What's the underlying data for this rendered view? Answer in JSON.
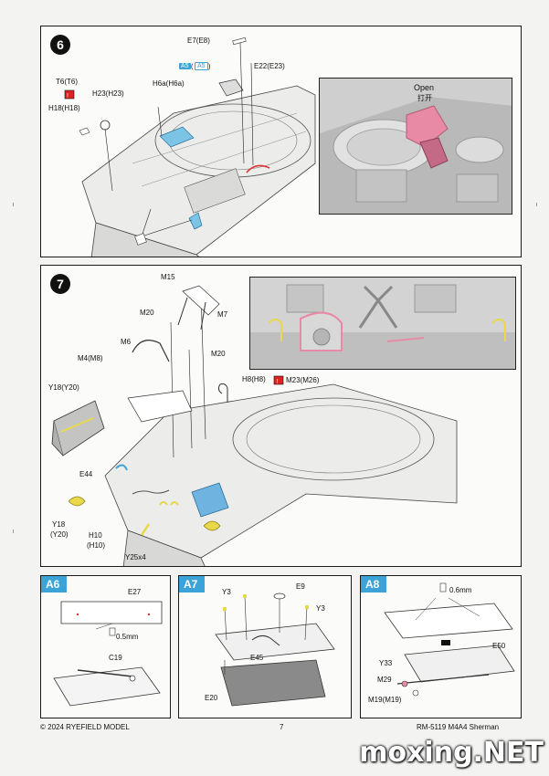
{
  "step6": {
    "number": "6",
    "labels": {
      "e7": "E7(E8)",
      "a5_fill": "A5",
      "a5_outline": "A5",
      "e22": "E22(E23)",
      "t6": "T6(T6)",
      "h23": "H23(H23)",
      "h6a": "H6a(H6a)",
      "h18": "H18(H18)"
    },
    "inset": {
      "open_en": "Open",
      "open_cn": "打开"
    }
  },
  "step7": {
    "number": "7",
    "labels": {
      "m15": "M15",
      "m20a": "M20",
      "m7": "M7",
      "m6": "M6",
      "m20b": "M20",
      "m4": "M4(M8)",
      "h8": "H8(H8)",
      "m23": "M23(M26)",
      "y18": "Y18(Y20)",
      "e44": "E44",
      "y18b_1": "Y18",
      "y18b_2": "(Y20)",
      "h10_1": "H10",
      "h10_2": "(H10)",
      "y25": "Y25x4"
    }
  },
  "sub_a6": {
    "title": "A6",
    "e27": "E27",
    "drill": "0.5mm",
    "c19": "C19"
  },
  "sub_a7": {
    "title": "A7",
    "y3a": "Y3",
    "e9": "E9",
    "y3b": "Y3",
    "e45": "E45",
    "e20": "E20"
  },
  "sub_a8": {
    "title": "A8",
    "drill": "0.6mm",
    "e50": "E50",
    "y33": "Y33",
    "m29": "M29",
    "m19": "M19(M19)"
  },
  "footer": {
    "copyright": "© 2024 RYEFIELD MODEL",
    "page": "7",
    "product": "RM-5119 M4A4 Sherman"
  },
  "watermark": "moxing.NET",
  "colors": {
    "accent_blue": "#3ba3d8",
    "highlight_pink": "#e88aa5",
    "highlight_yellow": "#e8d84a",
    "hull_gray": "#e6e6e4"
  }
}
